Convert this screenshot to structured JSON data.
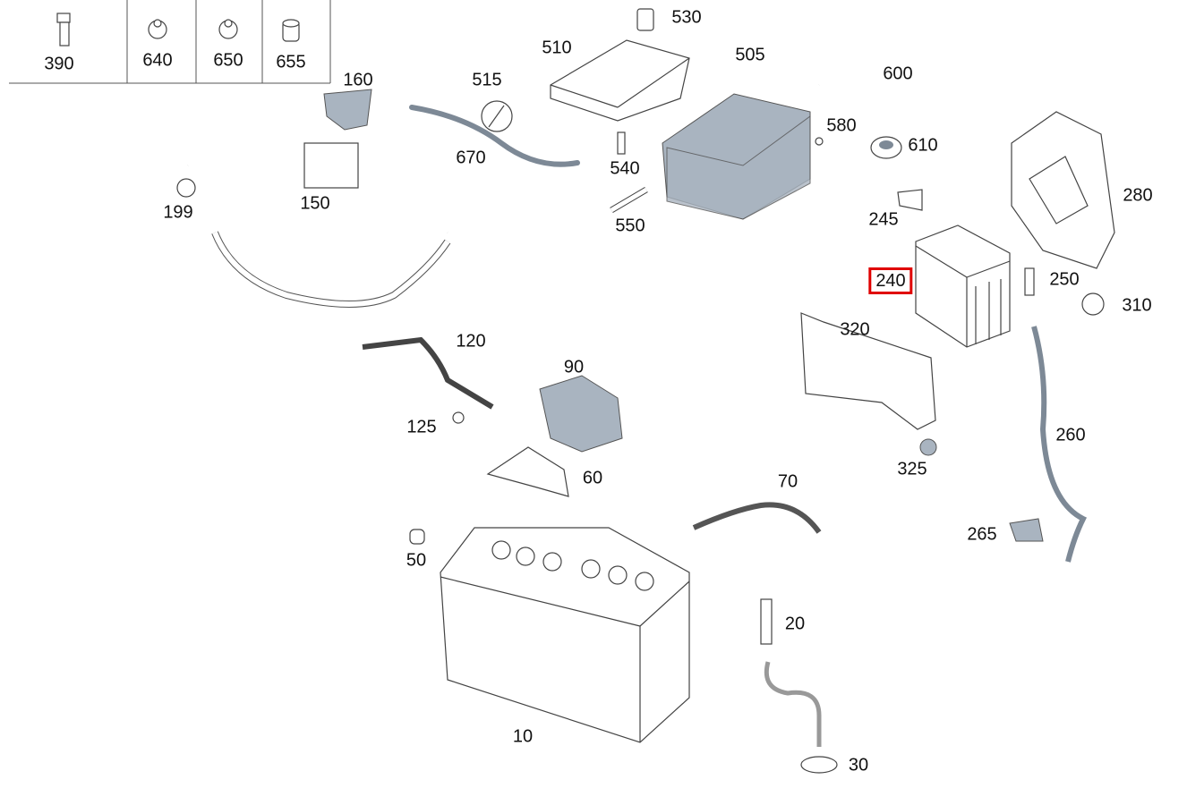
{
  "diagram": {
    "highlight_color": "#e00000",
    "highlighted_part": "240",
    "table_parts": [
      "390",
      "640",
      "650",
      "655"
    ],
    "labels": [
      "530",
      "510",
      "505",
      "600",
      "515",
      "160",
      "580",
      "610",
      "670",
      "540",
      "280",
      "199",
      "150",
      "245",
      "550",
      "240",
      "250",
      "310",
      "320",
      "120",
      "90",
      "260",
      "125",
      "325",
      "60",
      "70",
      "265",
      "50",
      "20",
      "10",
      "30"
    ]
  }
}
